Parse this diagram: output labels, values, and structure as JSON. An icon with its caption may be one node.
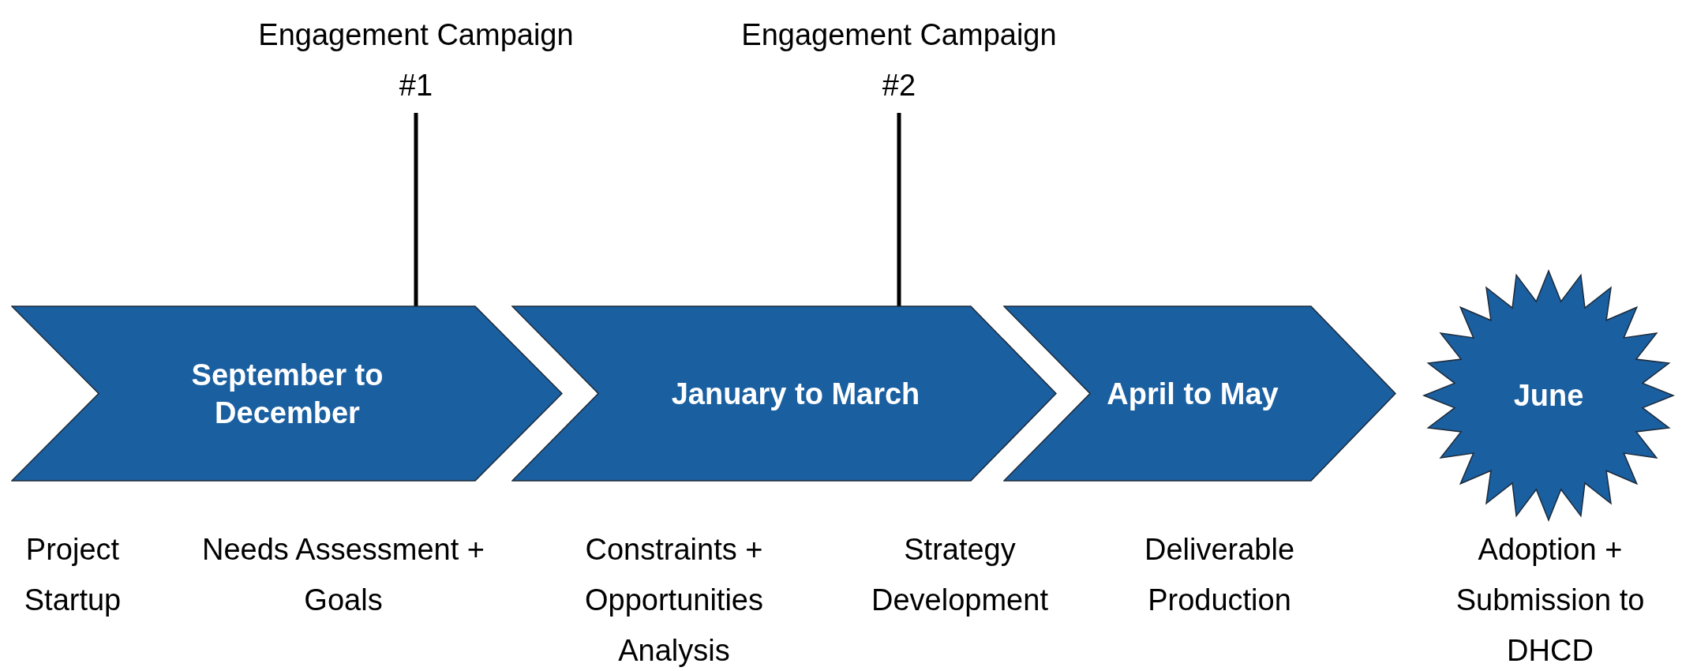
{
  "diagram": {
    "nodes": [
      {
        "text": [
          "Engagement Campaign #1"
        ]
      },
      {
        "text": [
          "Engagement Campaign #2"
        ]
      },
      {
        "text": [
          "September to December"
        ]
      },
      {
        "text": [
          "January to March"
        ]
      },
      {
        "text": [
          "April to May"
        ]
      },
      {
        "text": [
          "June"
        ]
      }
    ],
    "edges": [
      {
        "from": 0,
        "to": 2,
        "arrow": "none"
      },
      {
        "from": 1,
        "to": 3,
        "arrow": "none"
      }
    ],
    "labels": [
      "Project Startup",
      "Needs Assessment + Goals",
      "Constraints + Opportunities Analysis",
      "Strategy Development",
      "Deliverable Production",
      "Adoption + Submission to DHCD"
    ]
  }
}
